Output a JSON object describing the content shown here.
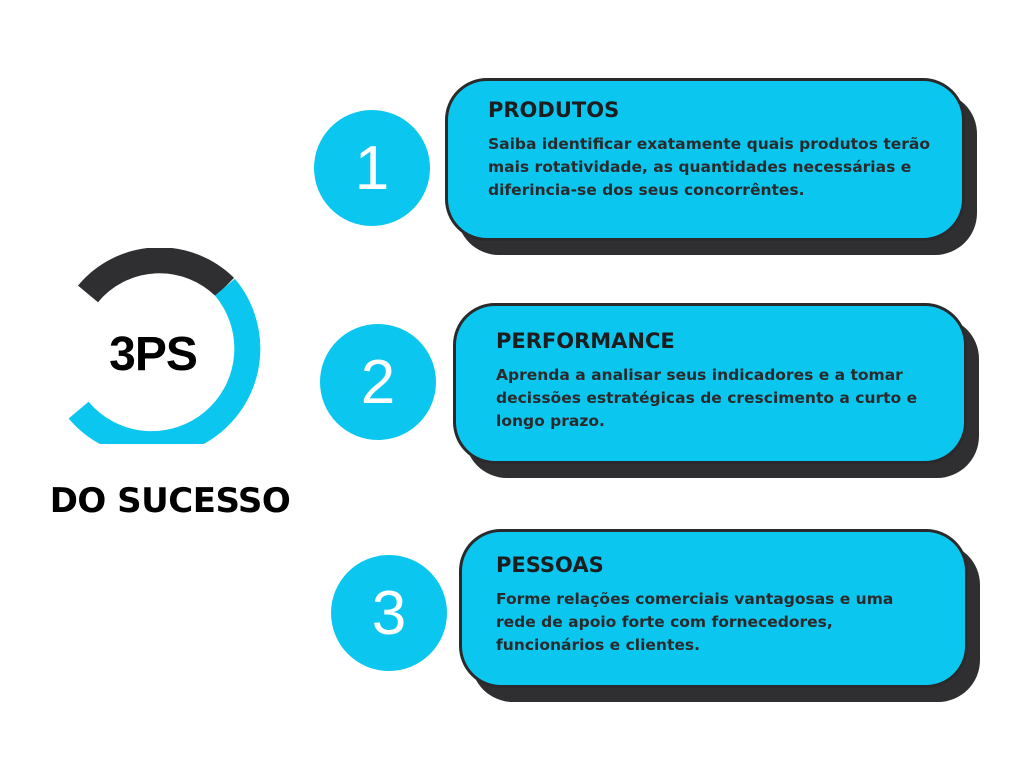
{
  "title": "3PS",
  "subtitle": "DO SUCESSO",
  "colors": {
    "accent": "#0bc7ef",
    "dark": "#2f2f31",
    "text": "#000000",
    "number": "#ffffff"
  },
  "ring": {
    "icon": "progress-ring-icon",
    "accent_fraction": 0.62
  },
  "items": [
    {
      "number": "1",
      "title": "PRODUTOS",
      "text": "Saiba identificar exatamente quais produtos terão mais rotatividade, as quantidades necessárias e diferincia-se dos seus concorrêntes."
    },
    {
      "number": "2",
      "title": "PERFORMANCE",
      "text": "Aprenda a analisar seus indicadores e a tomar decissões estratégicas de crescimento a curto e longo prazo."
    },
    {
      "number": "3",
      "title": "PESSOAS",
      "text": "Forme relações comerciais vantagosas e uma rede de apoio forte com fornecedores, funcionários e clientes."
    }
  ]
}
